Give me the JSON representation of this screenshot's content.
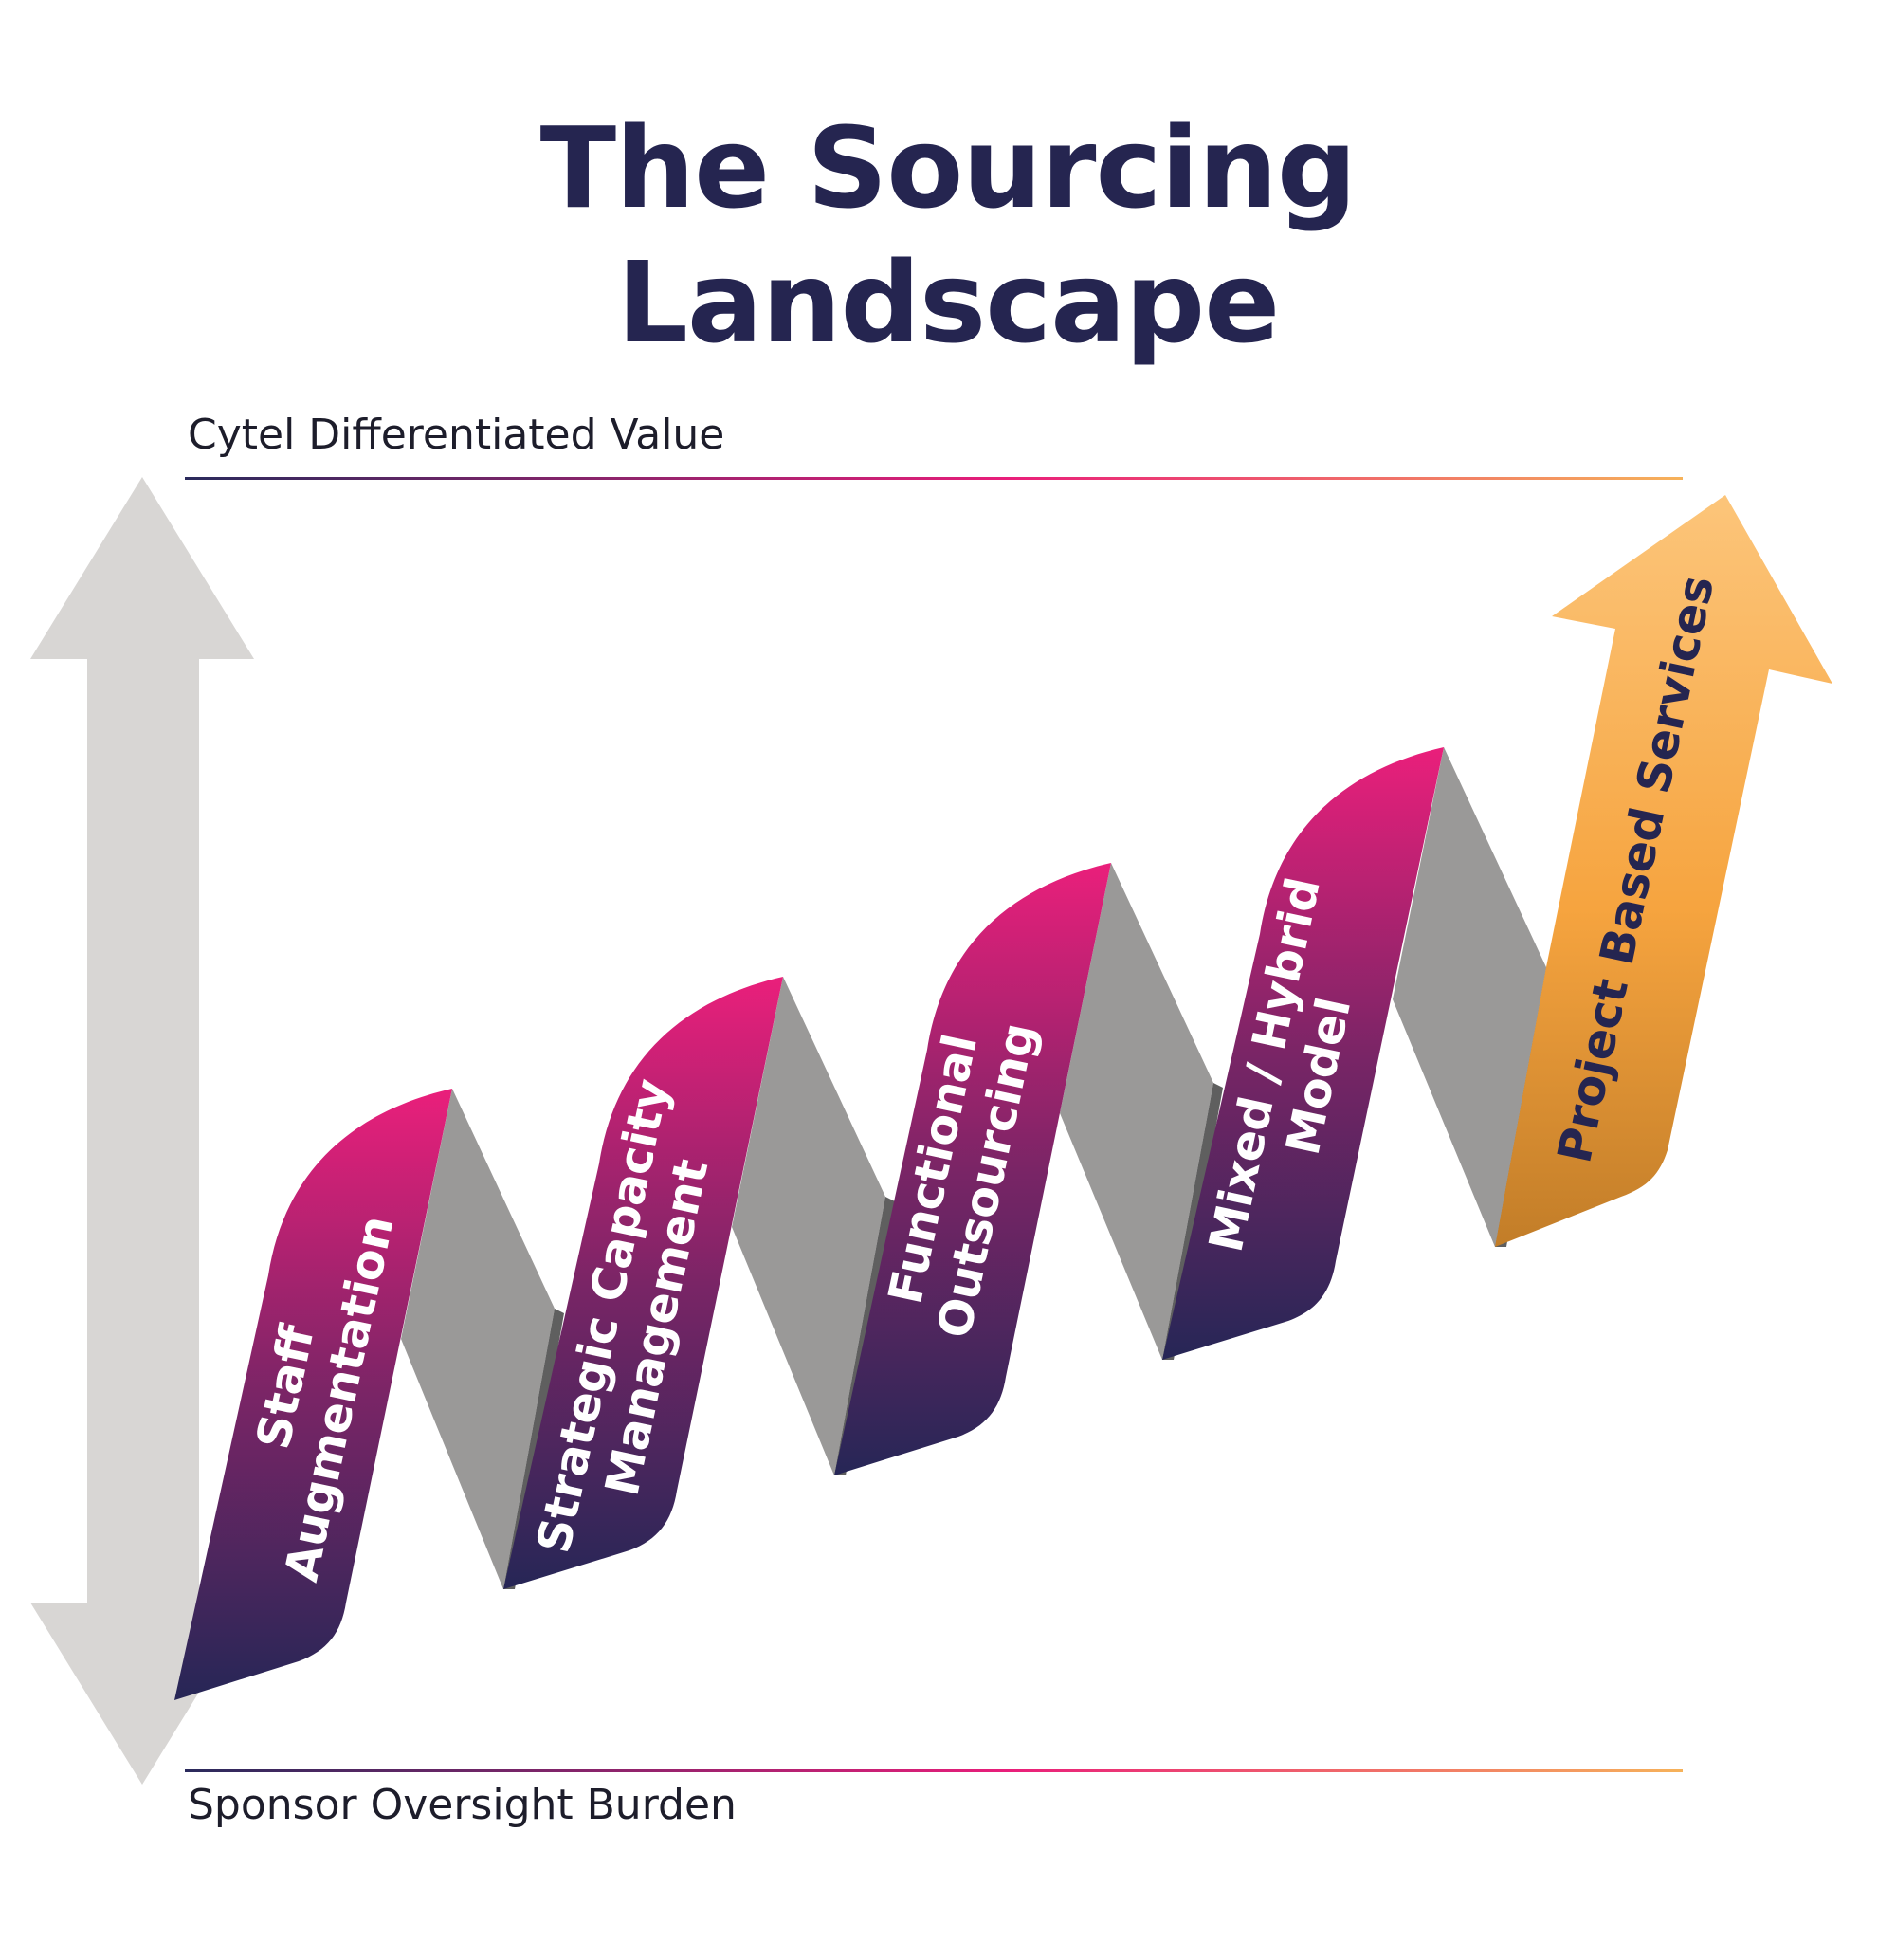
{
  "title": {
    "line1": "The Sourcing",
    "line2": "Landscape"
  },
  "axis": {
    "top_label": "Cytel Differentiated Value",
    "bottom_label": "Sponsor Oversight Burden"
  },
  "stages": [
    {
      "line1": "Staff",
      "line2": "Augmentation"
    },
    {
      "line1": "Strategic Capacity",
      "line2": "Management"
    },
    {
      "line1": "Functional",
      "line2": "Outsourcing"
    },
    {
      "line1": "Mixed / Hybrid",
      "line2": "Model"
    },
    {
      "line1": "Project Based Services"
    }
  ],
  "colors": {
    "title": "#252550",
    "stage_top": "#e91e7a",
    "stage_bottom": "#262656",
    "connector": "#9a9998",
    "connector_shadow": "#5f5f5f",
    "final_arrow_top": "#fbbf6e",
    "final_arrow_bottom": "#c47f27",
    "axis_arrow": "#d8d6d4"
  }
}
